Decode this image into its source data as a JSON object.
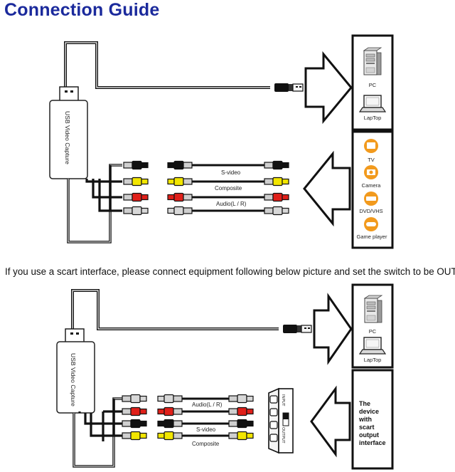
{
  "title": "Connection Guide",
  "scart_note": "If you use a scart interface, please connect equipment following below picture and set the switch to be OUTPUT",
  "device_label": "USB Video Capture",
  "top_diagram": {
    "computers": [
      "PC",
      "LapTop"
    ],
    "sources": [
      "TV",
      "Camera",
      "DVD/VHS",
      "Game player"
    ],
    "cables": [
      "S-video",
      "Composite",
      "Audio(L / R)"
    ]
  },
  "bottom_diagram": {
    "computers": [
      "PC",
      "LapTop"
    ],
    "cables": [
      "Audio(L / R)",
      "S-video",
      "Composite"
    ],
    "scart_labels": [
      "INPUT",
      "OUTPUT"
    ],
    "scart_device_text": [
      "The",
      "device",
      "with",
      "scart",
      "output",
      "interface"
    ]
  },
  "colors": {
    "title": "#1b2a9c",
    "black_plug": "#111111",
    "yellow_plug": "#f2e600",
    "red_plug": "#e0201a",
    "white_plug": "#d8d8d8",
    "source_icon": "#f29a1d"
  },
  "icons": [
    "pc-tower-icon",
    "laptop-icon",
    "tv-icon",
    "camera-icon",
    "dvd-vhs-icon",
    "game-player-icon",
    "usb-plug-icon",
    "rca-plug-icon",
    "scart-adapter-icon",
    "arrow-icon"
  ]
}
